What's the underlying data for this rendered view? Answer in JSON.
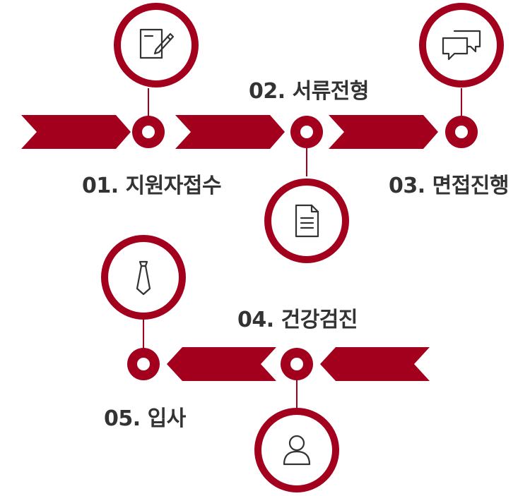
{
  "colors": {
    "primary": "#a3001e",
    "primary_light": "#c41a3a",
    "line": "#a3001e",
    "icon_stroke": "#333333",
    "text": "#333333"
  },
  "steps": [
    {
      "label": "01. 지원자접수",
      "icon": "form-pen-icon"
    },
    {
      "label": "02. 서류전형",
      "icon": "document-icon"
    },
    {
      "label": "03. 면접진행",
      "icon": "chat-bubbles-icon"
    },
    {
      "label": "04. 건강검진",
      "icon": "person-icon"
    },
    {
      "label": "05. 입사",
      "icon": "necktie-icon"
    }
  ]
}
